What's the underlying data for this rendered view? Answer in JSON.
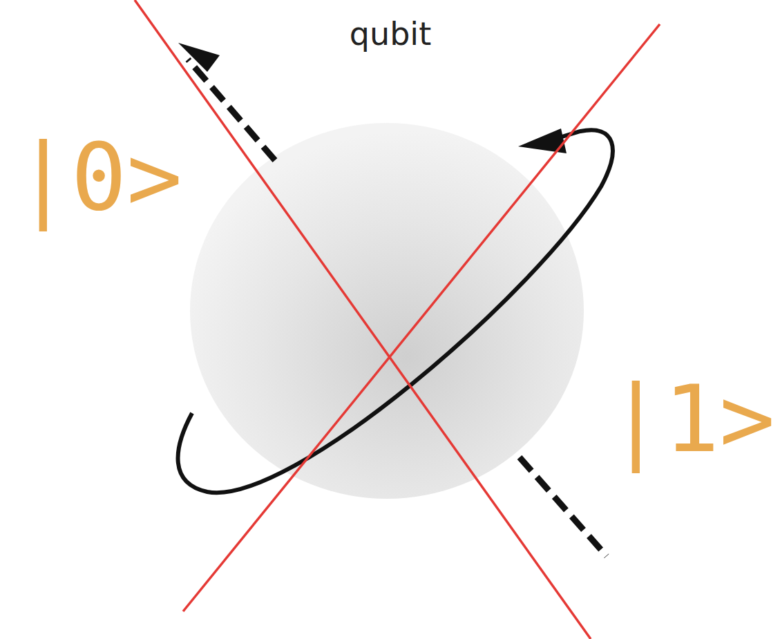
{
  "diagram": {
    "labels": [
      "qubit",
      "|0>",
      "|1>"
    ]
  }
}
